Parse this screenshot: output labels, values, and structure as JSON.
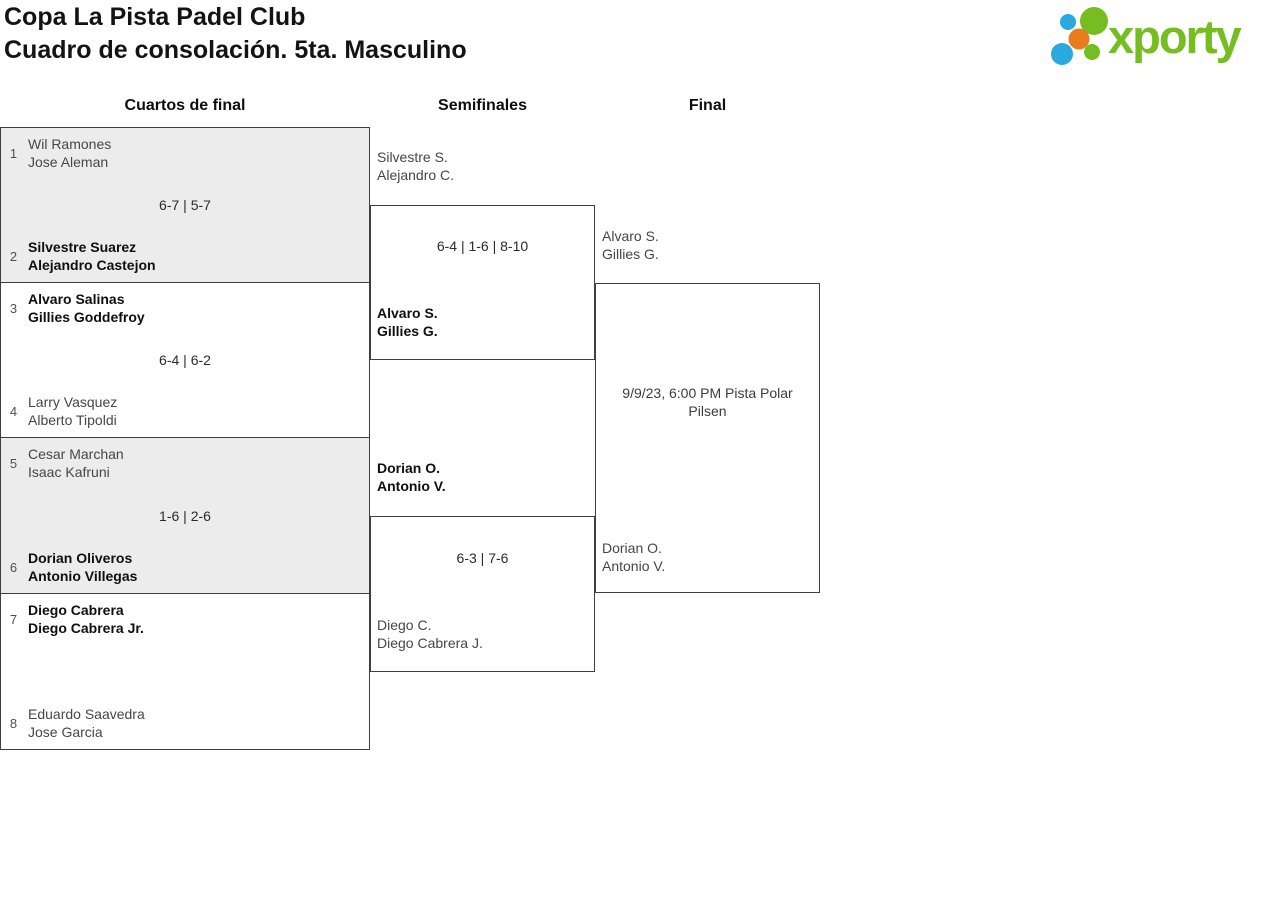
{
  "title": {
    "line1": "Copa La Pista Padel Club",
    "line2": "Cuadro de consolación. 5ta. Masculino"
  },
  "logo": {
    "text": "xporty",
    "colors": {
      "green": "#76BD22",
      "blue": "#29A9E0",
      "orange": "#E87D1E"
    }
  },
  "rounds": {
    "quarterfinals": "Cuartos de final",
    "semifinals": "Semifinales",
    "final": "Final"
  },
  "qf": [
    {
      "seed_top": "1",
      "team_top": [
        "Wil Ramones",
        "Jose Aleman"
      ],
      "score": "6-7 | 5-7",
      "seed_bottom": "2",
      "team_bottom": [
        "Silvestre Suarez",
        "Alejandro Castejon"
      ],
      "winner": "bottom"
    },
    {
      "seed_top": "3",
      "team_top": [
        "Alvaro Salinas",
        "Gillies Goddefroy"
      ],
      "score": "6-4 | 6-2",
      "seed_bottom": "4",
      "team_bottom": [
        "Larry Vasquez",
        "Alberto Tipoldi"
      ],
      "winner": "top"
    },
    {
      "seed_top": "5",
      "team_top": [
        "Cesar Marchan",
        "Isaac Kafruni"
      ],
      "score": "1-6 | 2-6",
      "seed_bottom": "6",
      "team_bottom": [
        "Dorian Oliveros",
        "Antonio Villegas"
      ],
      "winner": "bottom"
    },
    {
      "seed_top": "7",
      "team_top": [
        "Diego Cabrera",
        "Diego Cabrera Jr."
      ],
      "score": "",
      "seed_bottom": "8",
      "team_bottom": [
        "Eduardo Saavedra",
        "Jose Garcia"
      ],
      "winner": "top"
    }
  ],
  "sf": [
    {
      "team_top": [
        "Silvestre S.",
        "Alejandro C."
      ],
      "score": "6-4 | 1-6 | 8-10",
      "team_bottom": [
        "Alvaro S.",
        "Gillies G."
      ],
      "winner": "bottom"
    },
    {
      "team_top": [
        "Dorian O.",
        "Antonio V."
      ],
      "score": "6-3 | 7-6",
      "team_bottom": [
        "Diego C.",
        "Diego Cabrera J."
      ],
      "winner": "top"
    }
  ],
  "final": {
    "team_top": [
      "Alvaro S.",
      "Gillies G."
    ],
    "info": [
      "9/9/23, 6:00 PM Pista Polar",
      "Pilsen"
    ],
    "team_bottom": [
      "Dorian O.",
      "Antonio V."
    ]
  },
  "colors": {
    "shaded_box": "#ececec",
    "border": "#3f3f3f",
    "text": "#464646",
    "winner_text": "#0f0f0f",
    "score": "#2b2b2b"
  }
}
